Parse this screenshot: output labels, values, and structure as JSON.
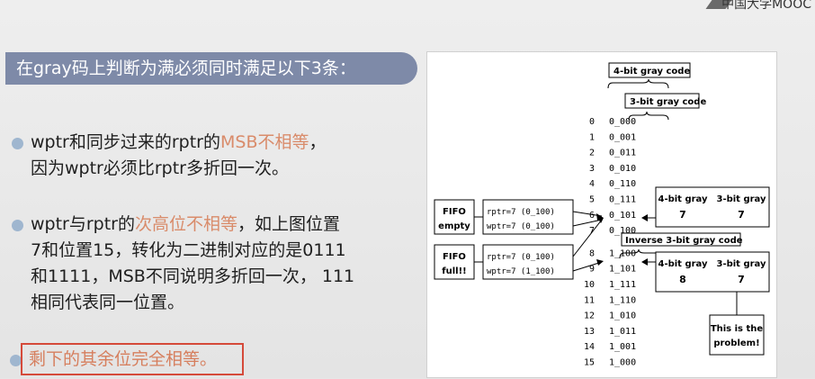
{
  "corner_text": "中国大学MOOC",
  "title": "在gray码上判断为满必须同时满足以下3条：",
  "bullets": [
    {
      "pre": "wptr和同步过来的rptr的",
      "highlight": "MSB不相等",
      "post": "，",
      "line2": "因为wptr必须比rptr多折回一次。"
    },
    {
      "pre": "wptr与rptr的",
      "highlight": "次高位不相等",
      "post": "，如上图位置",
      "line2": "7和位置15，转化为二进制对应的是0111",
      "line3": "和1111，MSB不同说明多折回一次， 111",
      "line4": "相同代表同一位置。"
    },
    {
      "text": "剩下的其余位完全相等。"
    }
  ],
  "figure": {
    "label_4bit": "4-bit gray code",
    "label_3bit": "3-bit gray code",
    "label_inverse": "Inverse 3-bit gray code",
    "rows": [
      {
        "idx": "0",
        "code": "0_000"
      },
      {
        "idx": "1",
        "code": "0_001"
      },
      {
        "idx": "2",
        "code": "0_011"
      },
      {
        "idx": "3",
        "code": "0_010"
      },
      {
        "idx": "4",
        "code": "0_110"
      },
      {
        "idx": "5",
        "code": "0_111"
      },
      {
        "idx": "6",
        "code": "0_101"
      },
      {
        "idx": "7",
        "code": "0_100"
      },
      {
        "idx": "8",
        "code": "1_100"
      },
      {
        "idx": "9",
        "code": "1_101"
      },
      {
        "idx": "10",
        "code": "1_111"
      },
      {
        "idx": "11",
        "code": "1_110"
      },
      {
        "idx": "12",
        "code": "1_010"
      },
      {
        "idx": "13",
        "code": "1_011"
      },
      {
        "idx": "14",
        "code": "1_001"
      },
      {
        "idx": "15",
        "code": "1_000"
      }
    ],
    "fifo_empty": {
      "line1": "FIFO",
      "line2": "empty",
      "rptr": "rptr=7 (0_100)",
      "wptr": "wptr=7 (0_100)"
    },
    "fifo_full": {
      "line1": "FIFO",
      "line2": "full!!",
      "rptr": "rptr=7 (0_100)",
      "wptr": "wptr=7 (1_100)"
    },
    "box_top": {
      "h1": "4-bit gray",
      "h2": "3-bit gray",
      "v1": "7",
      "v2": "7"
    },
    "box_bottom": {
      "h1": "4-bit gray",
      "h2": "3-bit gray",
      "v1": "8",
      "v2": "7"
    },
    "problem": {
      "line1": "This is the",
      "line2": "problem!"
    }
  }
}
